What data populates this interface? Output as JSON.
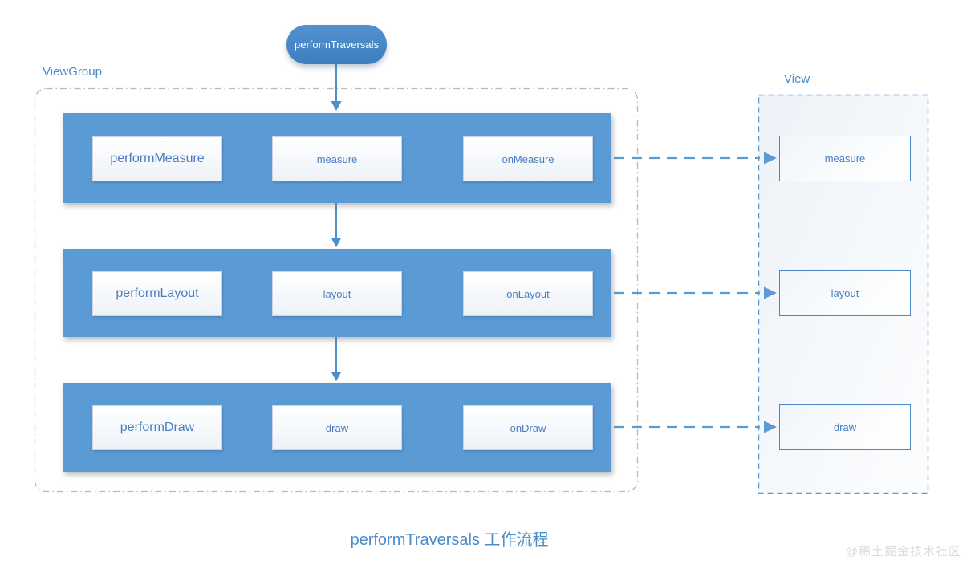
{
  "diagram": {
    "start_node": {
      "label": "performTraversals"
    },
    "viewgroup": {
      "label": "ViewGroup",
      "rows": [
        {
          "steps": [
            {
              "label": "performMeasure"
            },
            {
              "label": "measure"
            },
            {
              "label": "onMeasure"
            }
          ]
        },
        {
          "steps": [
            {
              "label": "performLayout"
            },
            {
              "label": "layout"
            },
            {
              "label": "onLayout"
            }
          ]
        },
        {
          "steps": [
            {
              "label": "performDraw"
            },
            {
              "label": "draw"
            },
            {
              "label": "onDraw"
            }
          ]
        }
      ]
    },
    "view": {
      "label": "View",
      "boxes": [
        {
          "label": "measure"
        },
        {
          "label": "layout"
        },
        {
          "label": "draw"
        }
      ]
    },
    "caption": "performTraversals 工作流程",
    "watermark": "@稀土掘金技术社区",
    "colors": {
      "row_fill": "#5b9bd5",
      "pill_fill": "#4386c6",
      "step_text": "#4a7dbe",
      "label_text": "#4a8bc9",
      "yellow_arrow": "#fdc018",
      "blue_arrow": "#4e8dcb",
      "viewgroup_border": "#b9b9b9",
      "view_border": "#5b9bd5",
      "watermark_text": "#dcdcdc"
    }
  }
}
